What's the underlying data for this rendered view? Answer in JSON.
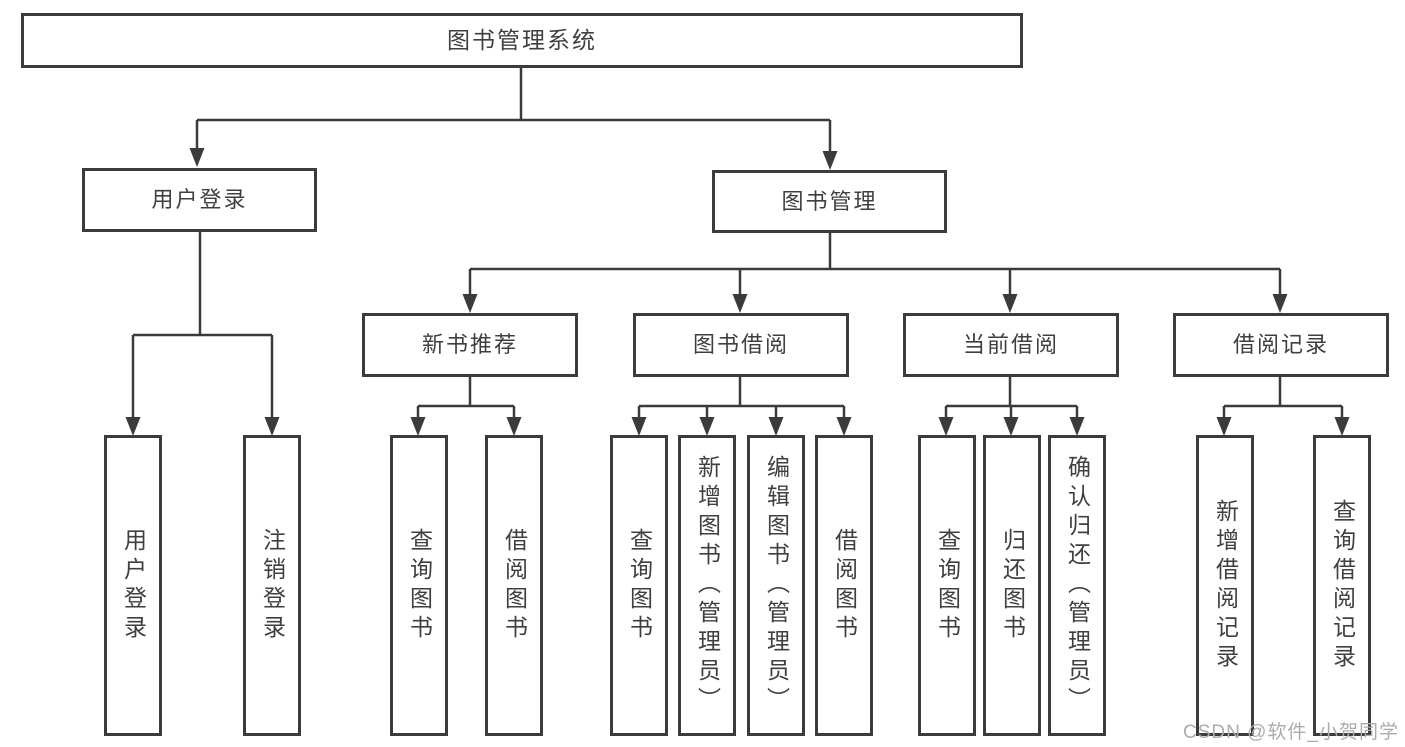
{
  "tree": {
    "root": {
      "label": "图书管理系统"
    },
    "branches": [
      {
        "label": "用户登录",
        "children": [
          "用户登录",
          "注销登录"
        ]
      },
      {
        "label": "图书管理",
        "children": [
          {
            "label": "新书推荐",
            "children": [
              "查询图书",
              "借阅图书"
            ]
          },
          {
            "label": "图书借阅",
            "children": [
              "查询图书",
              "新增图书（管理员）",
              "编辑图书（管理员）",
              "借阅图书"
            ]
          },
          {
            "label": "当前借阅",
            "children": [
              "查询图书",
              "归还图书",
              "确认归还（管理员）"
            ]
          },
          {
            "label": "借阅记录",
            "children": [
              "新增借阅记录",
              "查询借阅记录"
            ]
          }
        ]
      }
    ]
  },
  "watermark": {
    "text": "CSDN @软件_小贺同学"
  },
  "colors": {
    "line": "#3b3b3b",
    "text": "#3f3f3f",
    "background": "#ffffff",
    "watermark": "#adabab"
  }
}
